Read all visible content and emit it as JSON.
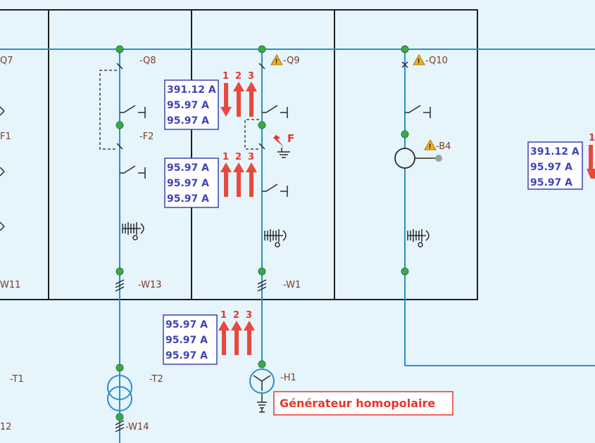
{
  "labels": {
    "q7": "Q7",
    "q8": "-Q8",
    "q9": "-Q9",
    "q10": "-Q10",
    "f1": "F1",
    "f2": "-F2",
    "b4": "-B4",
    "w11": "W11",
    "w13": "-W13",
    "w1": "-W1",
    "w14": "-W14",
    "t1": "-T1",
    "t2": "-T2",
    "h1": "-H1",
    "w12": "12",
    "fault": "F"
  },
  "current_boxes": [
    {
      "id": "q9-top",
      "values": [
        "391.12 A",
        "95.97 A",
        "95.97 A"
      ],
      "arrows": [
        "down",
        "up",
        "up"
      ]
    },
    {
      "id": "q9-mid",
      "values": [
        "95.97 A",
        "95.97 A",
        "95.97 A"
      ],
      "arrows": [
        "up",
        "up",
        "up"
      ]
    },
    {
      "id": "h1-feed",
      "values": [
        "95.97 A",
        "95.97 A",
        "95.97 A"
      ],
      "arrows": [
        "up",
        "up",
        "up"
      ]
    },
    {
      "id": "right-edge",
      "values": [
        "391.12 A",
        "95.97 A",
        "95.97 A"
      ],
      "arrows": [
        "down"
      ]
    }
  ],
  "phase_numbers": [
    "1",
    "2",
    "3"
  ],
  "right_phase_number": "1",
  "note": "Générateur homopolaire",
  "colors": {
    "wire": "#2b8fc8",
    "node": "#3aa84a",
    "current": "#3f43b3",
    "alert": "#e8352a",
    "background": "#e6f4fb"
  },
  "icons": [
    "warning-icon",
    "fault-lightning-icon",
    "transformer-icon",
    "generator-icon",
    "ground-icon"
  ]
}
